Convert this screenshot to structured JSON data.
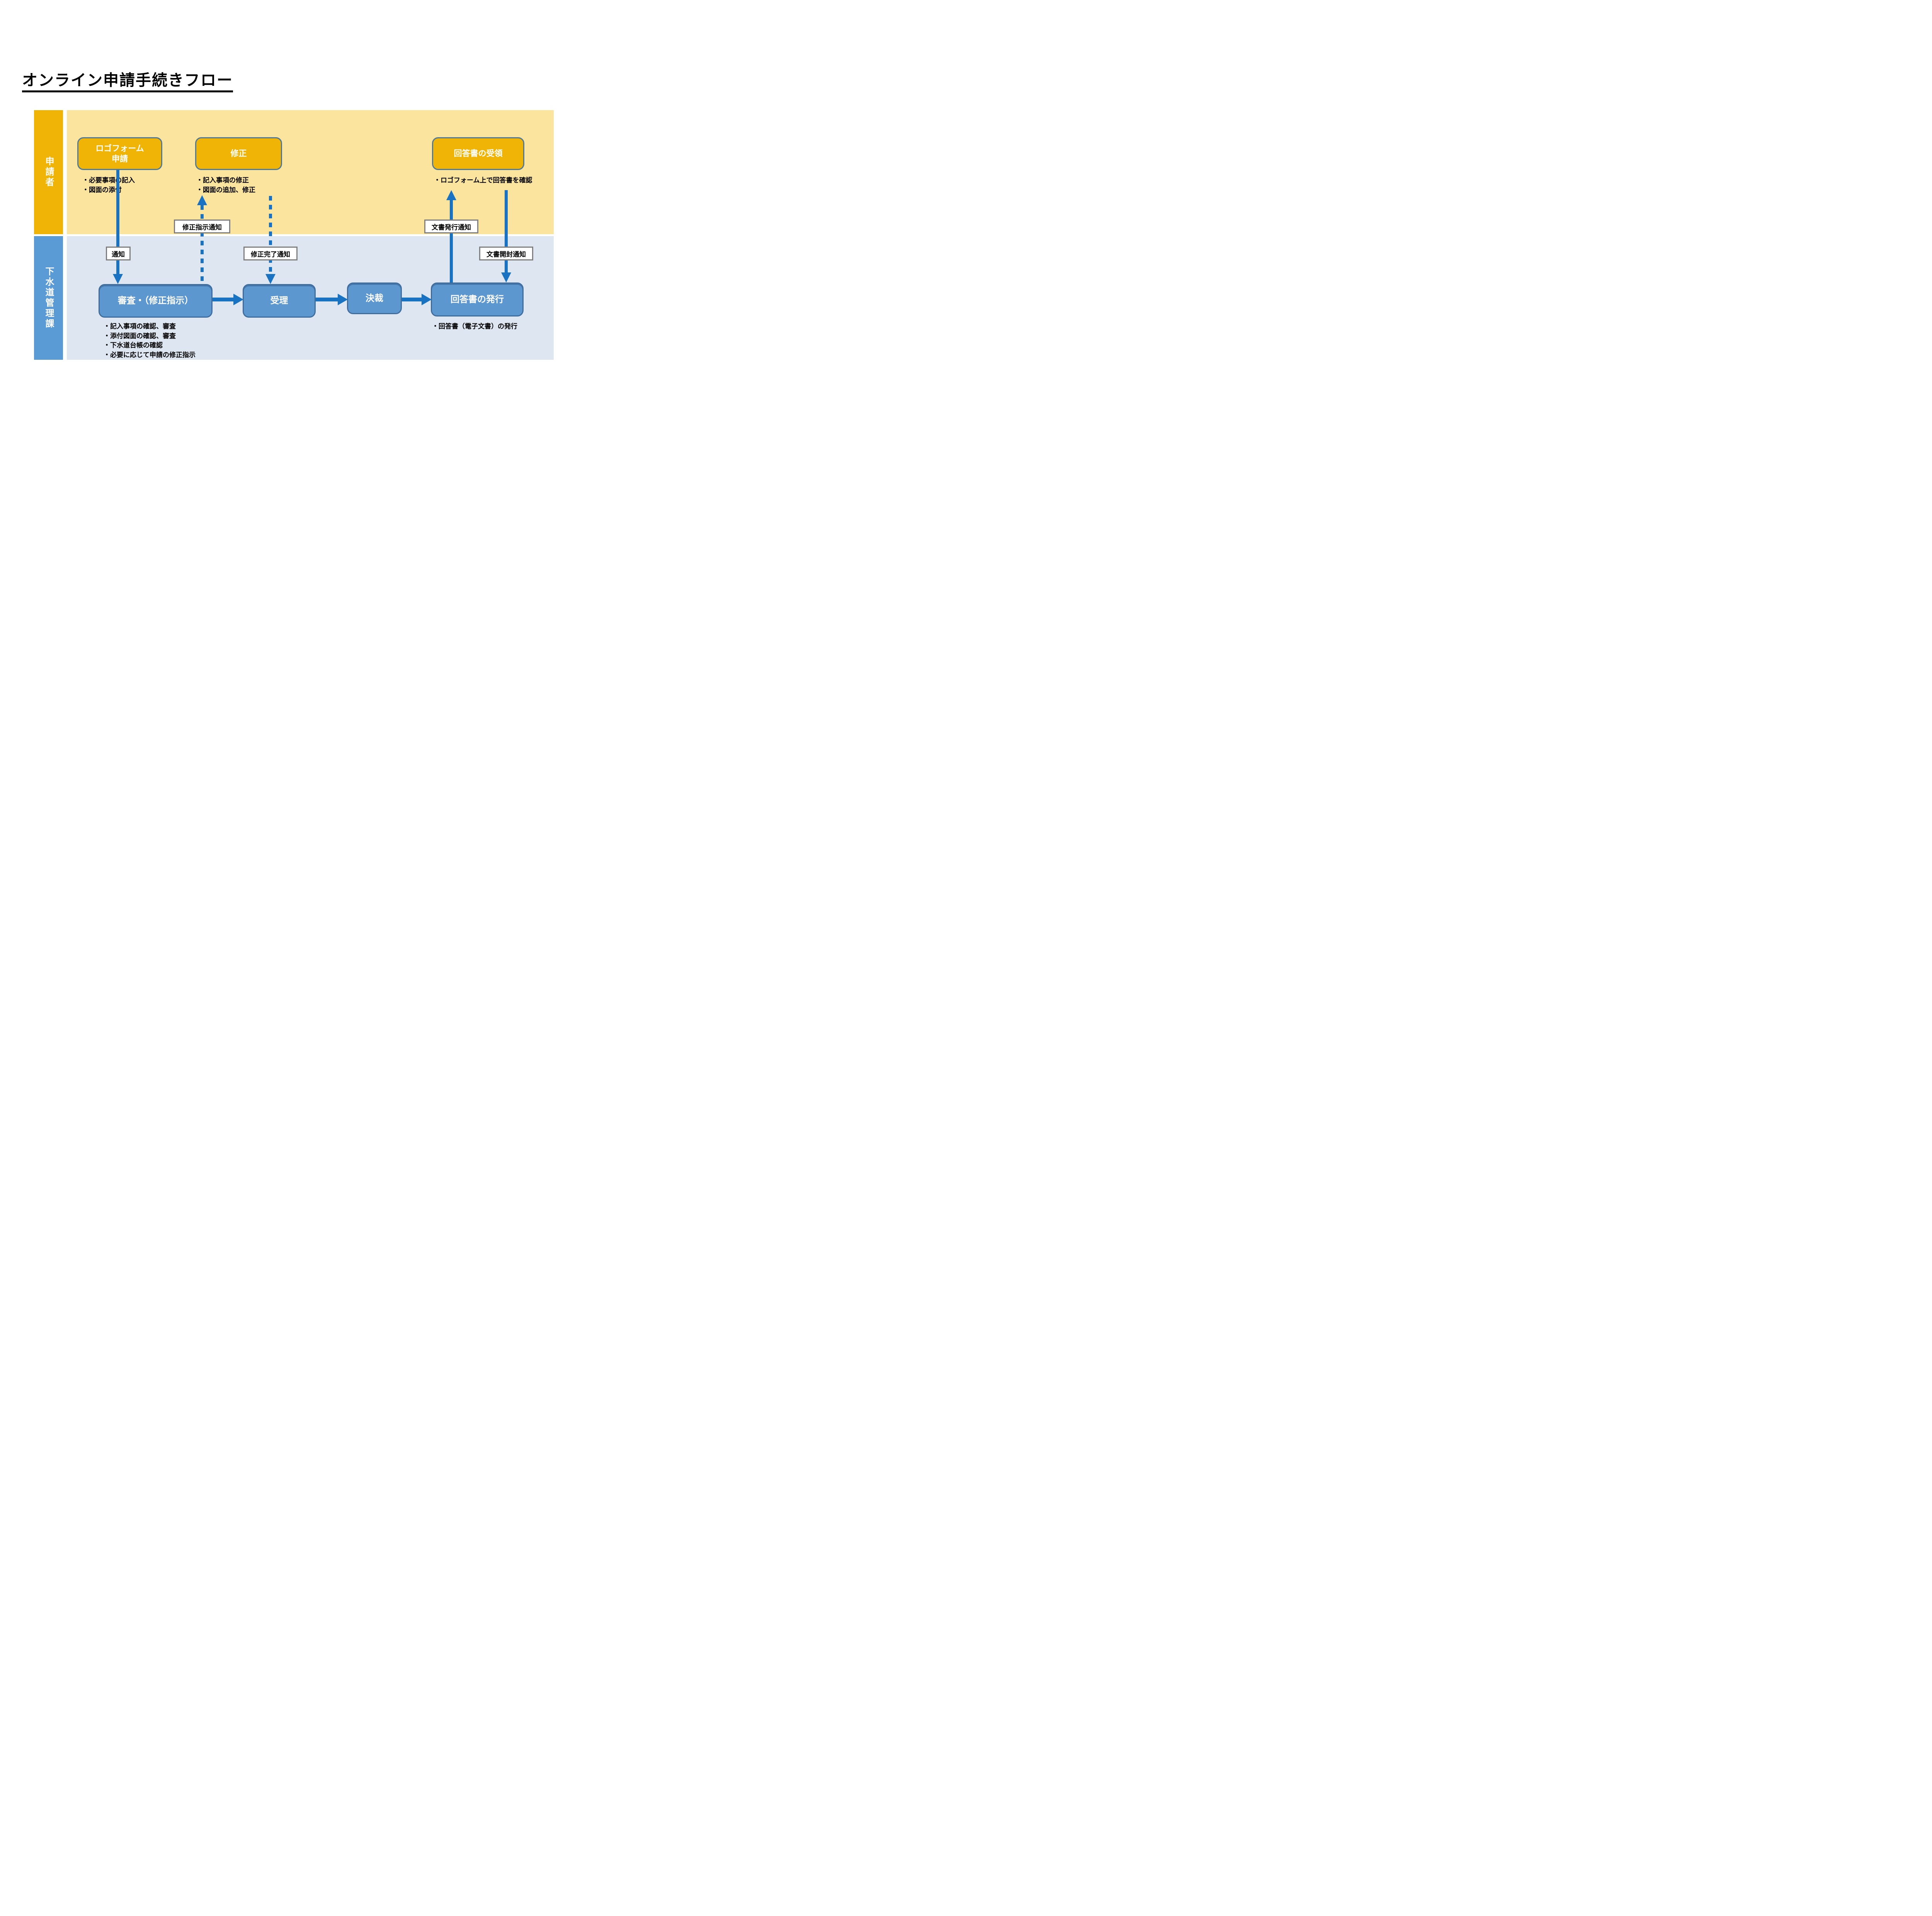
{
  "page": {
    "title": "オンライン申請手続きフロー"
  },
  "colors": {
    "lane1_header": "#F0B406",
    "lane1_body": "#FBE49E",
    "lane2_header": "#5B9BD5",
    "lane2_body": "#DEE6F2",
    "gold_box": "#F0B406",
    "blue_box": "#5D97CF",
    "arrow": "#1A73C2"
  },
  "lanes": [
    {
      "label": "申請者",
      "steps": [
        {
          "label": "ロゴフォーム\n申請",
          "bullets": [
            "・必要事項の記入",
            "・図面の添付"
          ]
        },
        {
          "label": "修正",
          "bullets": [
            "・記入事項の修正",
            "・図面の追加、修正"
          ]
        },
        {
          "label": "回答書の受領",
          "bullets": [
            "・ロゴフォーム上で回答書を確認"
          ]
        }
      ]
    },
    {
      "label": "下水道管理課",
      "steps": [
        {
          "label": "審査・（修正指示）",
          "bullets": [
            "・記入事項の確認、審査",
            "・添付図面の確認、審査",
            "・下水道台帳の確認",
            "・必要に応じて申請の修正指示"
          ]
        },
        {
          "label": "受理",
          "bullets": []
        },
        {
          "label": "決裁",
          "bullets": []
        },
        {
          "label": "回答書の発行",
          "bullets": [
            "・回答書（電子文書）の発行"
          ]
        }
      ]
    }
  ],
  "arrow_labels": {
    "tsuuchi": "通知",
    "shusei_shiji": "修正指示通知",
    "shusei_kanryou": "修正完了通知",
    "bunsho_hakkou": "文書発行通知",
    "bunsho_kaifuu": "文書開封通知"
  }
}
